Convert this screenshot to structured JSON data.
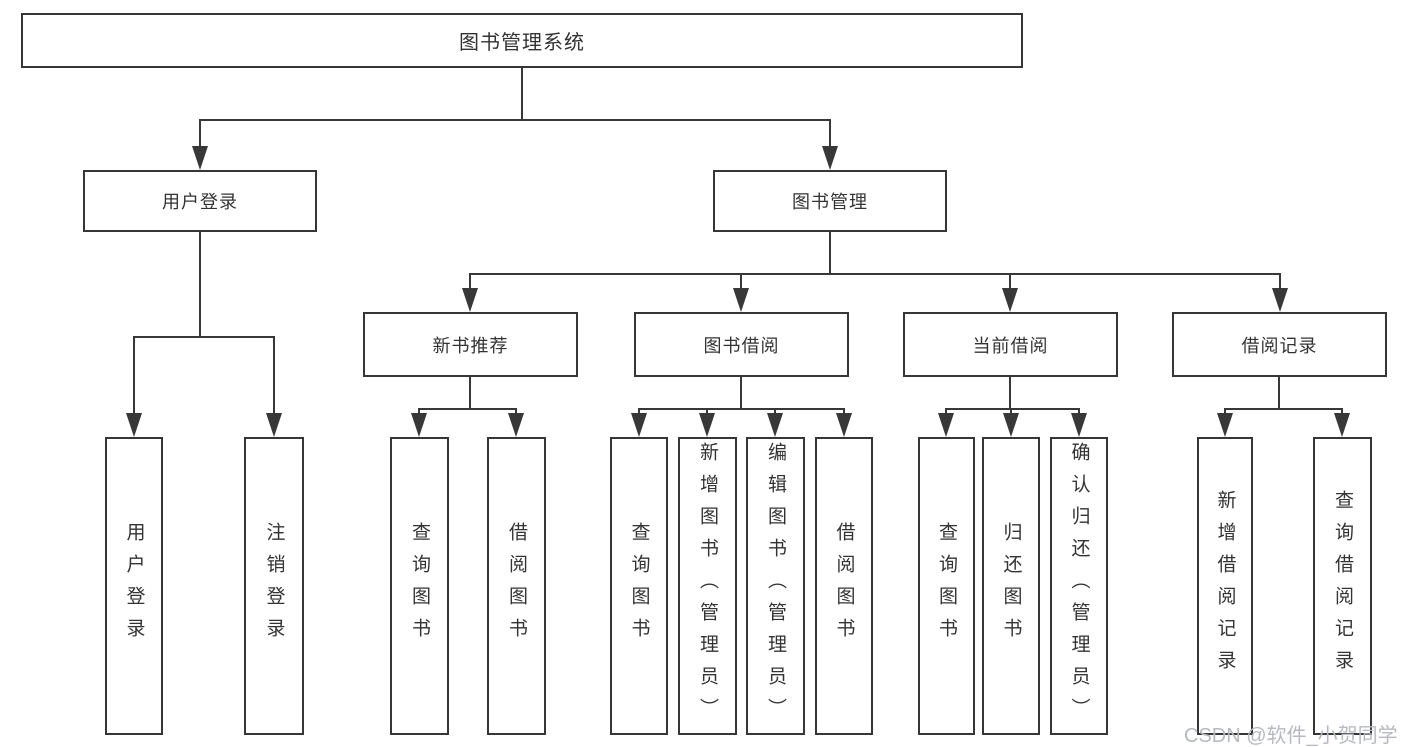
{
  "diagram": {
    "nodes": {
      "root": "图书管理系统",
      "user_login": "用户登录",
      "book_mgmt": "图书管理",
      "new_rec": "新书推荐",
      "borrow": "图书借阅",
      "current": "当前借阅",
      "record": "借阅记录",
      "leaf_login": "用户登录",
      "leaf_logout": "注销登录",
      "leaf_query1": "查询图书",
      "leaf_borrow1": "借阅图书",
      "leaf_query2": "查询图书",
      "leaf_add_book": "新增图书（管理员）",
      "leaf_edit_book": "编辑图书（管理员）",
      "leaf_borrow2": "借阅图书",
      "leaf_query3": "查询图书",
      "leaf_return": "归还图书",
      "leaf_confirm": "确认归还（管理员）",
      "leaf_add_rec": "新增借阅记录",
      "leaf_query_rec": "查询借阅记录"
    },
    "colors": {
      "line": "#383838",
      "text": "#333333",
      "watermark": "#b5bac1"
    }
  },
  "watermark": {
    "text": "CSDN @软件_小贺同学"
  }
}
